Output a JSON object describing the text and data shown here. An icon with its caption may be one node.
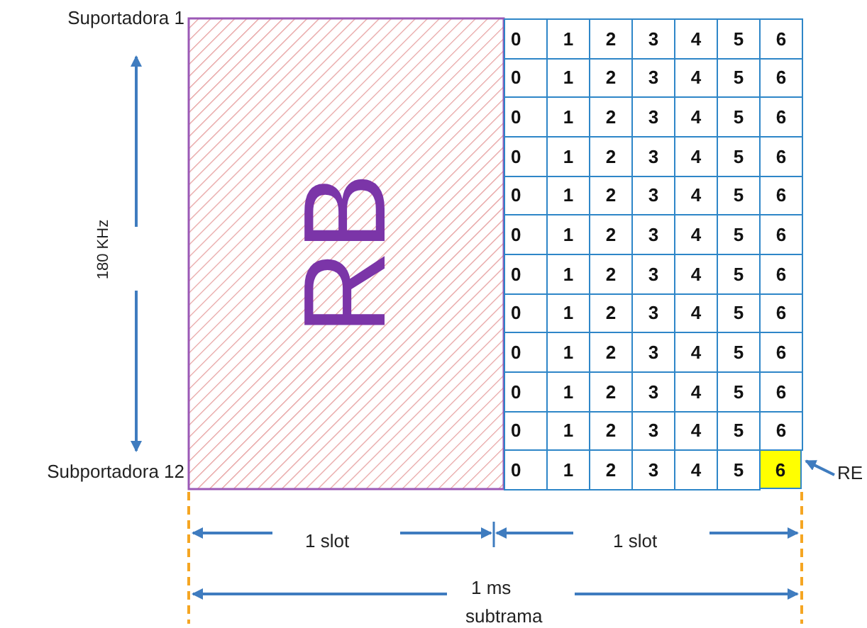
{
  "diagram": {
    "nodes": [
      {
        "text": [
          "RB"
        ]
      },
      {
        "text": [
          "6"
        ]
      },
      {
        "text": [
          "RE"
        ]
      }
    ],
    "edges": [
      {
        "from": 2,
        "to": 1,
        "arrow": "to"
      }
    ],
    "labels": [
      "Suportadora 1",
      "0",
      "1",
      "2",
      "3",
      "4",
      "5",
      "6",
      "0",
      "1",
      "2",
      "3",
      "4",
      "5",
      "6",
      "0",
      "1",
      "2",
      "3",
      "4",
      "5",
      "6",
      "0",
      "1",
      "2",
      "3",
      "4",
      "5",
      "6",
      "0",
      "1",
      "2",
      "3",
      "4",
      "5",
      "6",
      "0",
      "1",
      "2",
      "3",
      "4",
      "5",
      "6",
      "0",
      "1",
      "2",
      "3",
      "4",
      "5",
      "6",
      "0",
      "1",
      "2",
      "3",
      "4",
      "5",
      "6",
      "0",
      "1",
      "2",
      "3",
      "4",
      "5",
      "6",
      "0",
      "1",
      "2",
      "3",
      "4",
      "5",
      "6",
      "0",
      "1",
      "2",
      "3",
      "4",
      "5",
      "6",
      "180 KHz",
      "Subportadora 12",
      "0",
      "1",
      "2",
      "3",
      "4",
      "5",
      "1 slot",
      "1 slot",
      "1 ms",
      "subtrama"
    ]
  }
}
